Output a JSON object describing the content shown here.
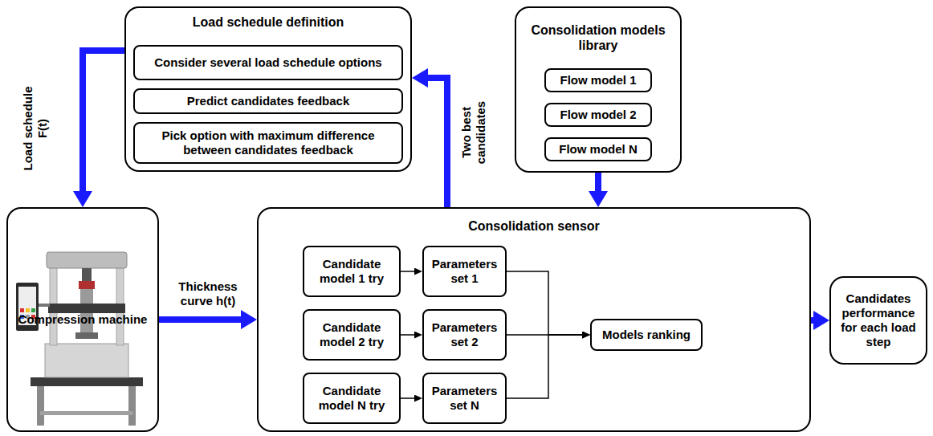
{
  "diagram": {
    "nodes": [
      {
        "text": [
          "Load schedule definition"
        ]
      },
      {
        "text": [
          "Consider several load schedule options"
        ],
        "in": 0
      },
      {
        "text": [
          "Predict candidates feedback"
        ],
        "in": 0
      },
      {
        "text": [
          "Pick option with maximum difference between candidates feedback"
        ],
        "in": 0
      },
      {
        "text": [
          "Consolidation models library"
        ]
      },
      {
        "text": [
          "Flow model 1"
        ],
        "in": 4
      },
      {
        "text": [
          "Flow model 2"
        ],
        "in": 4
      },
      {
        "text": [
          "Flow model N"
        ],
        "in": 4
      },
      {
        "text": [
          "Compression machine"
        ]
      },
      {
        "text": [
          "Consolidation sensor"
        ]
      },
      {
        "text": [
          "Candidate model 1 try"
        ],
        "in": 9
      },
      {
        "text": [
          "Parameters set 1"
        ],
        "in": 9
      },
      {
        "text": [
          "Candidate model 2 try"
        ],
        "in": 9
      },
      {
        "text": [
          "Parameters set 2"
        ],
        "in": 9
      },
      {
        "text": [
          "Candidate model N try"
        ],
        "in": 9
      },
      {
        "text": [
          "Parameters set N"
        ],
        "in": 9
      },
      {
        "text": [
          "Models ranking"
        ],
        "in": 9
      },
      {
        "text": [
          "Candidates performance for each load step"
        ]
      }
    ],
    "edges": [
      {
        "from": 0,
        "to": 8,
        "label": "Load schedule F(t)",
        "arrow": "to"
      },
      {
        "from": 8,
        "to": 9,
        "label": "Thickness curve h(t)",
        "arrow": "to"
      },
      {
        "from": 9,
        "to": 0,
        "label": "Two best candidates",
        "arrow": "to"
      },
      {
        "from": 4,
        "to": 9,
        "arrow": "to"
      },
      {
        "from": 9,
        "to": 17,
        "arrow": "to"
      },
      {
        "from": 10,
        "to": 11,
        "arrow": "to"
      },
      {
        "from": 12,
        "to": 13,
        "arrow": "to"
      },
      {
        "from": 14,
        "to": 15,
        "arrow": "to"
      },
      {
        "from": 11,
        "to": 16,
        "arrow": "to"
      },
      {
        "from": 13,
        "to": 16,
        "arrow": "to"
      },
      {
        "from": 15,
        "to": 16,
        "arrow": "to"
      }
    ]
  }
}
